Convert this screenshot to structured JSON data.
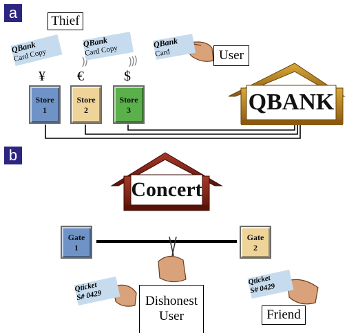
{
  "panel_a": {
    "letter": "a",
    "thief": "Thief",
    "user": "User",
    "bank": "QBANK",
    "cards": [
      {
        "brand": "QBank",
        "sub": "Card Copy"
      },
      {
        "brand": "QBank",
        "sub": "Card Copy"
      },
      {
        "brand": "QBank",
        "sub": "Card"
      }
    ],
    "currencies": [
      "¥",
      "€",
      "$"
    ],
    "stores": [
      {
        "label": "Store",
        "num": "1",
        "color": "#6f93c6"
      },
      {
        "label": "Store",
        "num": "2",
        "color": "#efd49a"
      },
      {
        "label": "Store",
        "num": "3",
        "color": "#5ab04a"
      }
    ]
  },
  "panel_b": {
    "letter": "b",
    "venue": "Concert",
    "gates": [
      {
        "label": "Gate",
        "num": "1",
        "color": "#6f93c6"
      },
      {
        "label": "Gate",
        "num": "2",
        "color": "#efd49a"
      }
    ],
    "tickets": [
      {
        "brand": "Qticket",
        "serial": "S# 0429"
      },
      {
        "brand": "Qticket",
        "serial": "S# 0429"
      }
    ],
    "dishonest_user": [
      "Dishonest",
      "User"
    ],
    "friend": "Friend"
  }
}
